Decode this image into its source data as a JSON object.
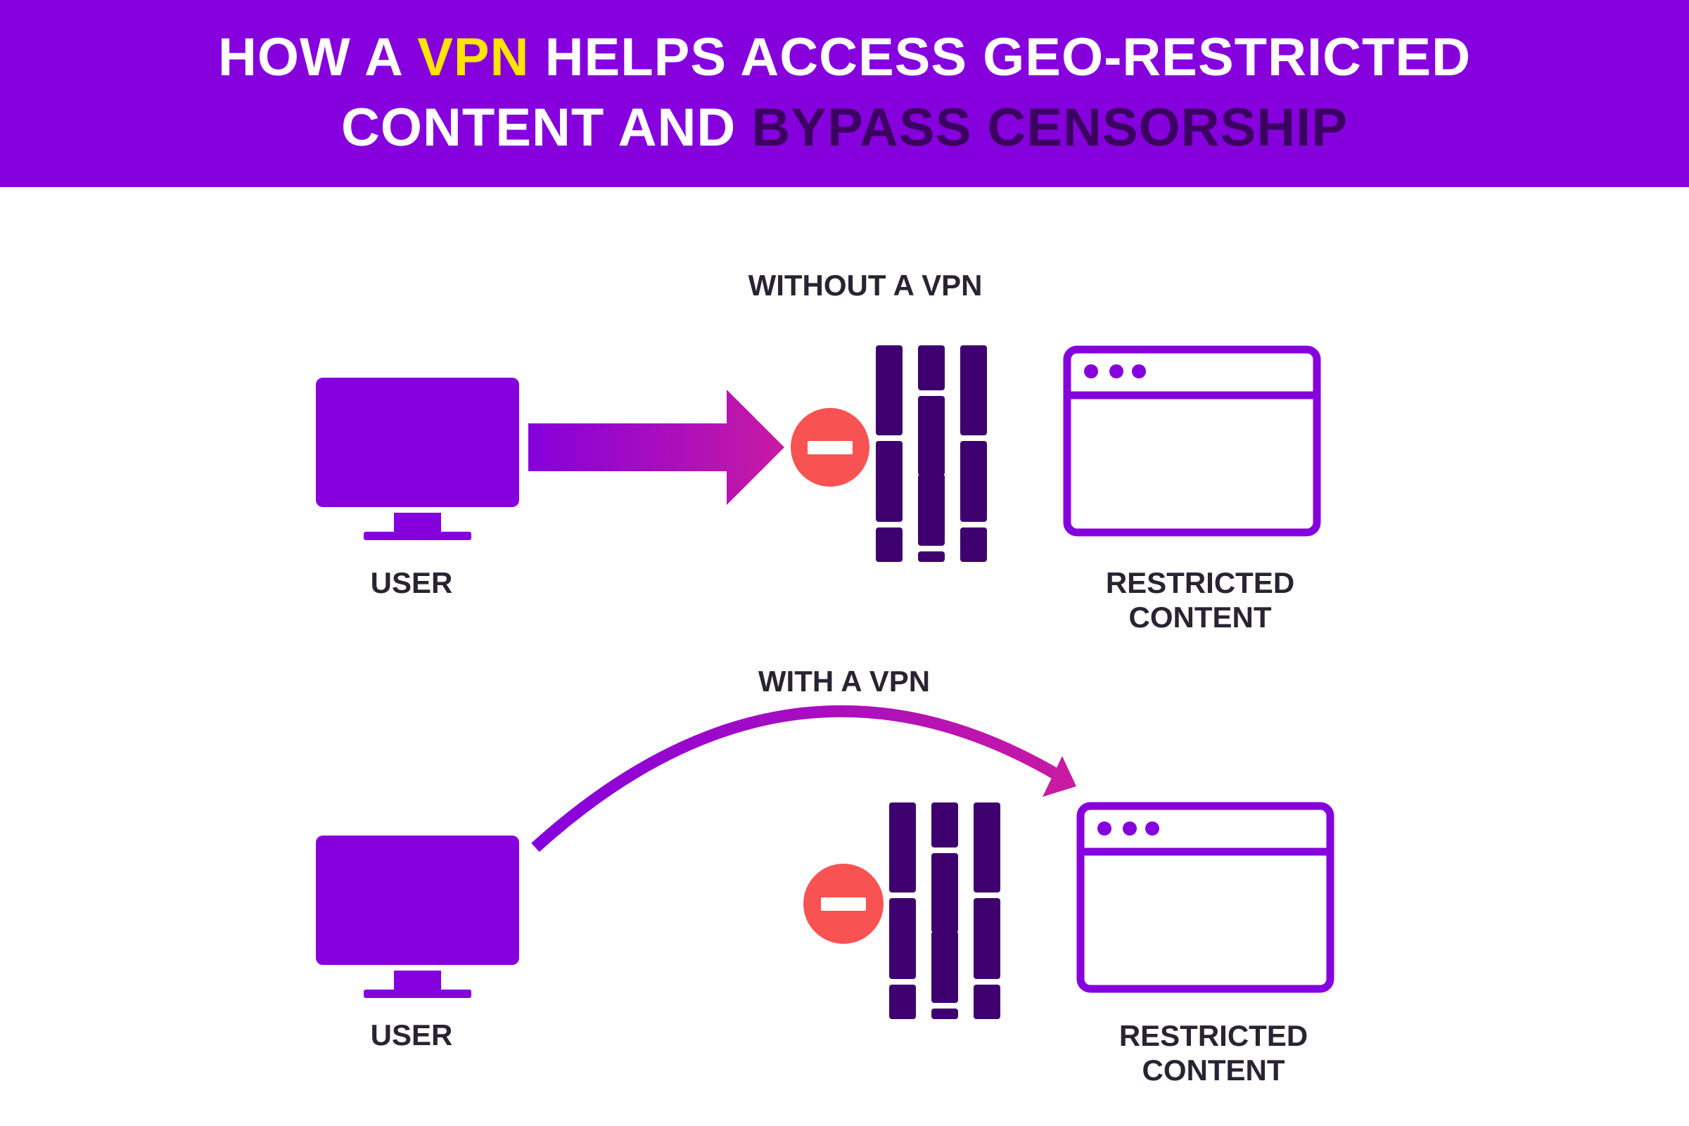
{
  "title": {
    "line1_pre": "HOW A ",
    "line1_highlight": "VPN",
    "line1_post": " HELPS ACCESS GEO-RESTRICTED",
    "line2_pre": "CONTENT AND ",
    "line2_highlight": "BYPASS CENSORSHIP"
  },
  "without_vpn": {
    "heading": "WITHOUT A VPN",
    "user_label": "USER",
    "content_label_line1": "RESTRICTED",
    "content_label_line2": "CONTENT"
  },
  "with_vpn": {
    "heading": "WITH A VPN",
    "user_label": "USER",
    "content_label_line1": "RESTRICTED",
    "content_label_line2": "CONTENT"
  },
  "colors": {
    "banner": "#8500dd",
    "highlight_yellow": "#ffe400",
    "highlight_dark": "#3b0060",
    "monitor": "#8500dd",
    "firewall": "#3e006e",
    "block_sign": "#f95252",
    "arrow_gradient_start": "#8500dd",
    "arrow_gradient_end": "#c81aa3"
  },
  "icons": [
    "monitor-icon",
    "arrow-icon",
    "block-icon",
    "firewall-icon",
    "browser-window-icon",
    "curved-arrow-icon"
  ]
}
